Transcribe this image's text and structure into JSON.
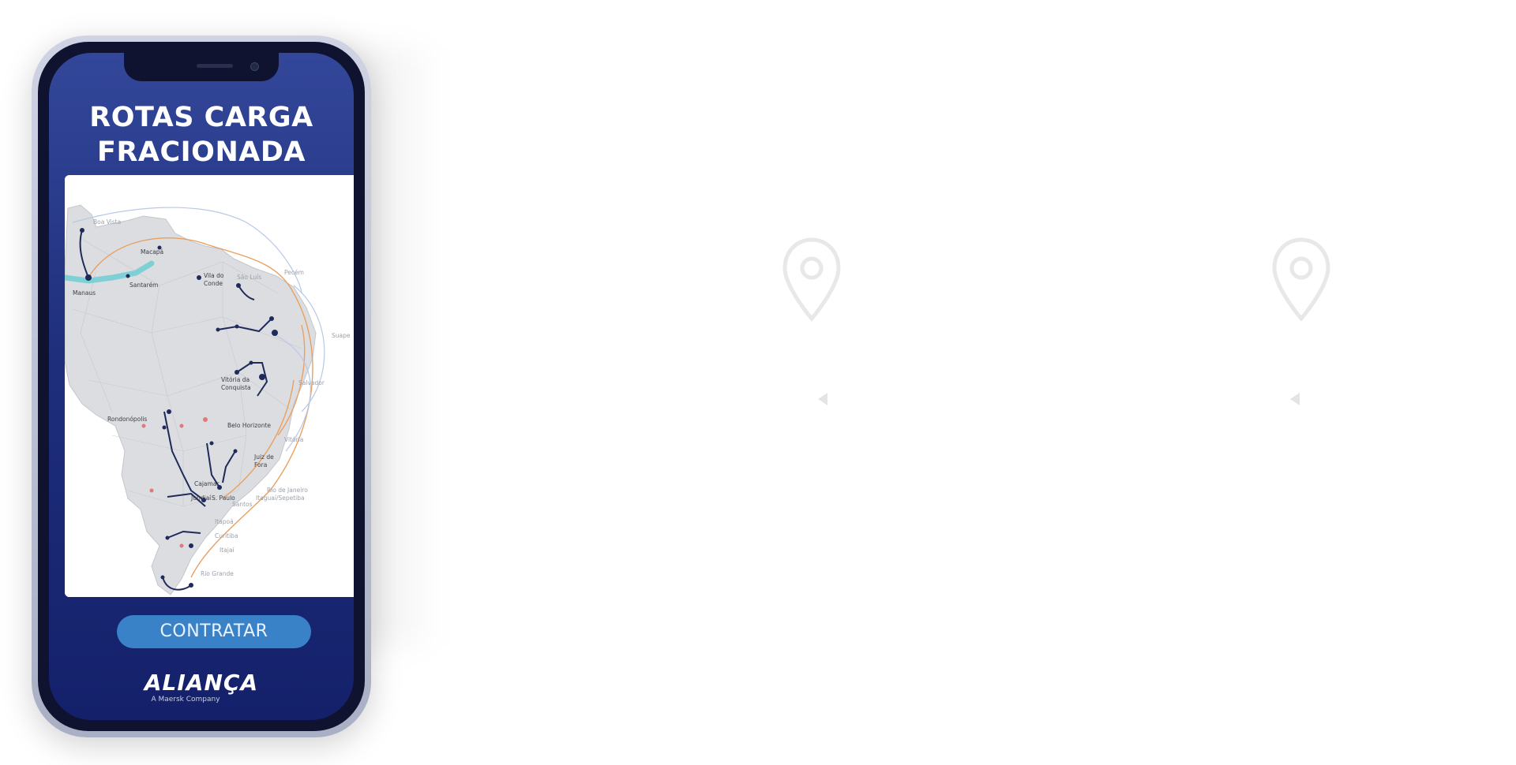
{
  "phone": {
    "title_line1": "ROTAS CARGA",
    "title_line2": "FRACIONADA",
    "cta_label": "CONTRATAR",
    "logo_text": "ALIANÇA",
    "logo_sub": "A Maersk Company"
  },
  "map": {
    "labels": {
      "boa_vista": "Boa Vista",
      "macapa": "Macapá",
      "manaus": "Manaus",
      "santarem": "Santarém",
      "vila_do_conde": "Vila do",
      "vila_do_conde2": "Conde",
      "sao_luis": "São Luís",
      "pecem": "Pecém",
      "suape": "Suape",
      "salvador": "Salvador",
      "vitoria_conquista": "Vitória da",
      "vitoria_conquista2": "Conquista",
      "rondonopolis": "Rondonópolis",
      "belo_horizonte": "Belo Horizonte",
      "vitoria": "Vitória",
      "juiz_de_fora": "Juiz de",
      "juiz_de_fora2": "Fora",
      "cajamar": "Cajamar",
      "sao_paulo": "S. Paulo",
      "jundiai": "Jundiaí",
      "santos": "Santos",
      "rio": "Rio de Janeiro",
      "itaguai": "Itaguaí/Sepetiba",
      "itapoa": "Itapoá",
      "curitiba": "Curitiba",
      "itajai": "Itajaí",
      "rio_grande": "Rio Grande"
    }
  },
  "icons": {
    "pin_left": "location-pin-icon",
    "pin_right": "location-pin-icon",
    "arrow_left": "chevron-left-icon",
    "arrow_right": "chevron-left-icon"
  },
  "colors": {
    "navy": "#1f2f7c",
    "button": "#3a82c8",
    "route_orange": "#e8a060",
    "route_navy": "#1e2a5a",
    "river": "#7fd0d6"
  }
}
